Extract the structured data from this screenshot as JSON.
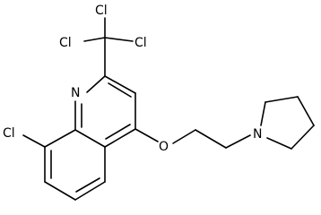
{
  "molecule": {
    "atom_labels": {
      "cl_top_left": "Cl",
      "cl_top_center": "Cl",
      "cl_top_right": "Cl",
      "cl_ring": "Cl",
      "ring_nitrogen": "N",
      "ether_oxygen": "O",
      "pyrrolidine_nitrogen": "N"
    }
  }
}
